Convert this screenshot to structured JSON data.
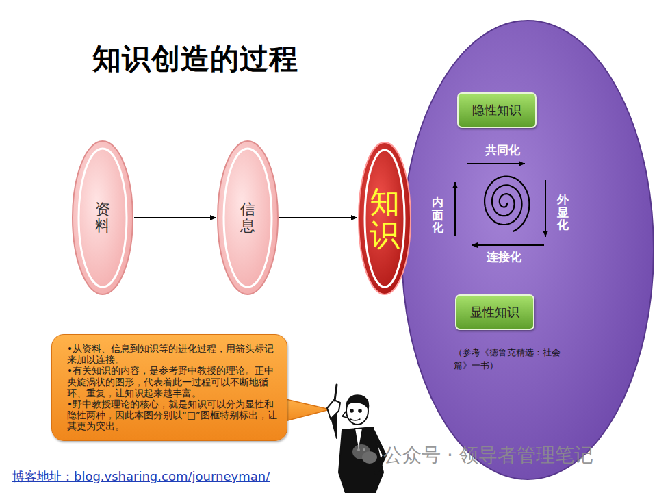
{
  "diagram": {
    "title": "知识创造的过程",
    "nodes": [
      {
        "text": [
          "资料"
        ]
      },
      {
        "text": [
          "信息"
        ]
      },
      {
        "text": [
          "知识"
        ]
      },
      {
        "text": [
          "共同化",
          "外显化",
          "连接化",
          "内面化",
          "（参考《德鲁克精选：社会篇》一书）"
        ]
      },
      {
        "text": [
          "隐性知识"
        ],
        "in": 3
      },
      {
        "text": [
          "显性知识"
        ],
        "in": 3
      },
      {
        "text": [
          "•从资料、信息到知识等的进化过程，用箭头标记来加以连接。",
          "•有关知识的内容，是参考野中教授的理论。正中央旋涡状的图形，代表着此一过程可以不断地循环、重复，让知识起来越丰富。",
          "•野中教授理论的核心，就是知识可以分为显性和隐性两种，因此本图分别以“□”图框特别标出，让其更为突出。"
        ]
      }
    ],
    "edges": [
      {
        "from": 0,
        "to": 1,
        "arrow": "to"
      },
      {
        "from": 1,
        "to": 2,
        "arrow": "to"
      }
    ],
    "labels": [
      "博客地址：blog.vsharing.com/journeyman/",
      "公众号 · 领导者管理笔记"
    ]
  }
}
